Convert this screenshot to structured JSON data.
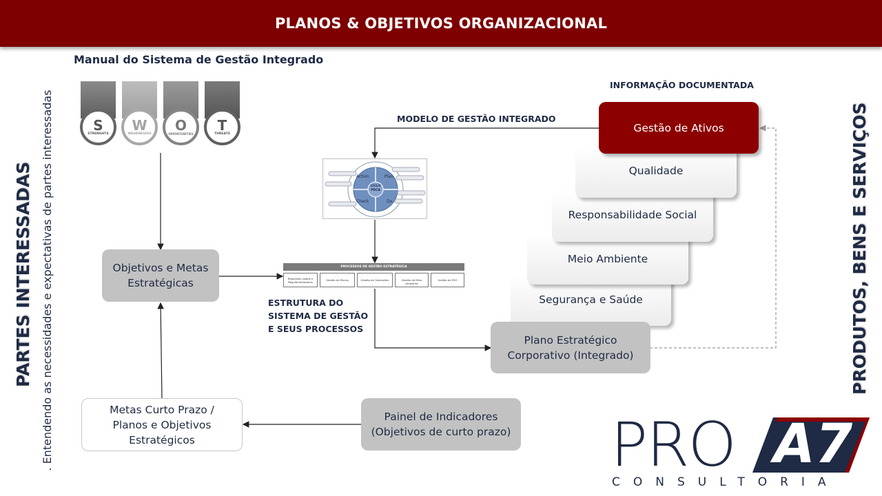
{
  "header": {
    "title": "PLANOS & OBJETIVOS ORGANIZACIONAL"
  },
  "subtitle": "Manual  do Sistema de Gestão Integrado",
  "left_vertical": {
    "main": "PARTES INTERESSADAS",
    "sub": ". Entendendo  as necessidades e expectativas de partes interessadas"
  },
  "right_vertical": "PRODUTOS, BENS E SERVIÇOS",
  "swot": {
    "letters": [
      "S",
      "W",
      "O",
      "T"
    ],
    "captions": [
      "STRENGHTS",
      "WEAKNESSES",
      "OPPORTUNITIES",
      "THREATS"
    ]
  },
  "labels": {
    "modelo": "MODELO DE GESTÃO INTEGRADO",
    "informacao": "INFORMAÇÃO DOCUMENTADA",
    "estrutura": [
      "ESTRUTURA DO",
      "SISTEMA DE GESTÃO",
      "E SEUS PROCESSOS"
    ]
  },
  "boxes": {
    "objetivos": [
      "Objetivos e Metas",
      "Estratégicas"
    ],
    "metas": [
      "Metas Curto Prazo /",
      "Planos e Objetivos",
      "Estratégicos"
    ],
    "painel": [
      "Painel de Indicadores",
      "(Objetivos de curto prazo)"
    ],
    "plano": [
      "Plano Estratégico",
      "Corporativo (Integrado)"
    ]
  },
  "stack": [
    "Gestão de Ativos",
    "Qualidade",
    "Responsabilidade Social",
    "Meio Ambiente",
    "Segurança e Saúde"
  ],
  "pdca": {
    "center": [
      "CICLO",
      "PDCA"
    ],
    "quadrants": [
      "Action",
      "Plan",
      "Check",
      "Do"
    ]
  },
  "process_table": {
    "title": "PROCESSOS DE GESTÃO ESTRATÉGICA",
    "cells": [
      "Requisitos Legais e Regulamentadores",
      "Gestão de Riscos",
      "Gestão de Operações",
      "Gestão de Meio Ambiente",
      "Gestão de SSO"
    ]
  },
  "logo": {
    "brand": "PRO",
    "mark": "A7",
    "tagline": "CONSULTORIA"
  },
  "colors": {
    "header": "#7e0000",
    "accent": "#8c0000",
    "navy": "#1f2a44",
    "box_gray": "#c2c2c2"
  }
}
